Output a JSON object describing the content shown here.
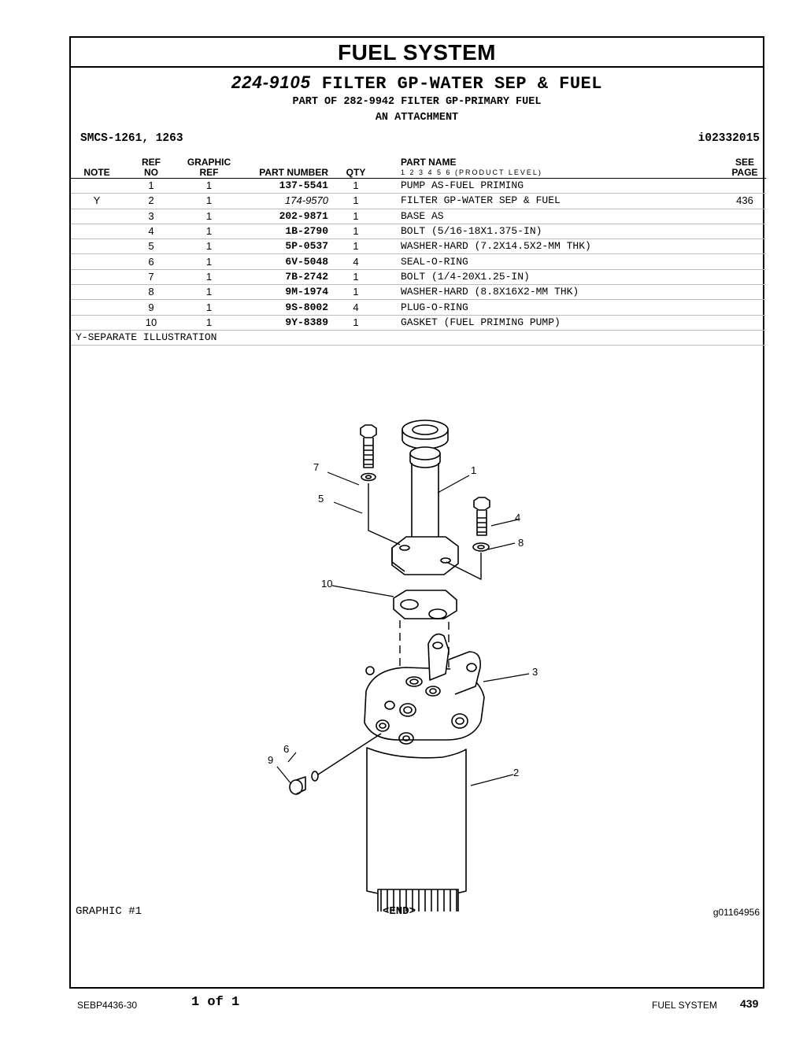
{
  "section_title": "FUEL SYSTEM",
  "header": {
    "part_number": "224-9105",
    "part_title": "FILTER GP-WATER SEP & FUEL",
    "part_of": "PART OF 282-9942 FILTER GP-PRIMARY FUEL",
    "attachment": "AN ATTACHMENT",
    "smcs": "SMCS-1261, 1263",
    "illustration_id": "i02332015"
  },
  "table": {
    "headers": {
      "note": "NOTE",
      "ref_top": "REF",
      "ref_bottom": "NO",
      "graphic_top": "GRAPHIC",
      "graphic_bottom": "REF",
      "part_number": "PART NUMBER",
      "qty": "QTY",
      "part_name": "PART NAME",
      "product_level": "1  2  3  4  5  6  (PRODUCT LEVEL)",
      "see_top": "SEE",
      "see_bottom": "PAGE"
    },
    "rows": [
      {
        "note": "",
        "ref": "1",
        "graphic": "1",
        "part_number": "137-5541",
        "qty": "1",
        "name": "PUMP AS-FUEL PRIMING",
        "see": ""
      },
      {
        "note": "Y",
        "ref": "2",
        "graphic": "1",
        "part_number": "174-9570",
        "qty": "1",
        "name": "FILTER GP-WATER SEP & FUEL",
        "see": "436"
      },
      {
        "note": "",
        "ref": "3",
        "graphic": "1",
        "part_number": "202-9871",
        "qty": "1",
        "name": "BASE AS",
        "see": ""
      },
      {
        "note": "",
        "ref": "4",
        "graphic": "1",
        "part_number": "1B-2790",
        "qty": "1",
        "name": "BOLT (5/16-18X1.375-IN)",
        "see": ""
      },
      {
        "note": "",
        "ref": "5",
        "graphic": "1",
        "part_number": "5P-0537",
        "qty": "1",
        "name": "WASHER-HARD (7.2X14.5X2-MM THK)",
        "see": ""
      },
      {
        "note": "",
        "ref": "6",
        "graphic": "1",
        "part_number": "6V-5048",
        "qty": "4",
        "name": "SEAL-O-RING",
        "see": ""
      },
      {
        "note": "",
        "ref": "7",
        "graphic": "1",
        "part_number": "7B-2742",
        "qty": "1",
        "name": "BOLT (1/4-20X1.25-IN)",
        "see": ""
      },
      {
        "note": "",
        "ref": "8",
        "graphic": "1",
        "part_number": "9M-1974",
        "qty": "1",
        "name": "WASHER-HARD (8.8X16X2-MM THK)",
        "see": ""
      },
      {
        "note": "",
        "ref": "9",
        "graphic": "1",
        "part_number": "9S-8002",
        "qty": "4",
        "name": "PLUG-O-RING",
        "see": ""
      },
      {
        "note": "",
        "ref": "10",
        "graphic": "1",
        "part_number": "9Y-8389",
        "qty": "1",
        "name": "GASKET (FUEL PRIMING PUMP)",
        "see": ""
      }
    ],
    "footnote": "Y-SEPARATE ILLUSTRATION"
  },
  "illustration": {
    "callouts": [
      "1",
      "2",
      "3",
      "4",
      "5",
      "6",
      "7",
      "8",
      "9",
      "10"
    ],
    "graphic_label": "GRAPHIC #1",
    "end_label": "<END>",
    "graphic_id": "g01164956"
  },
  "footer": {
    "doc_number": "SEBP4436-30",
    "page_of": "1 of 1",
    "section": "FUEL SYSTEM",
    "page_number": "439"
  }
}
